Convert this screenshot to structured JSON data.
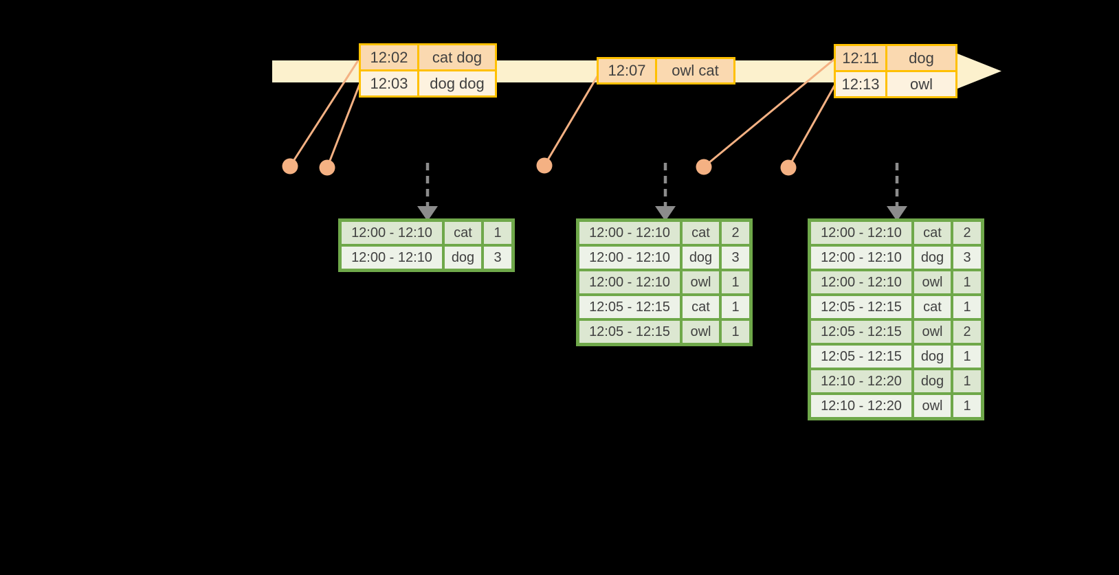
{
  "colors": {
    "background": "#000000",
    "timeline_band": "#FCF1CD",
    "event_border": "#FFC000",
    "event_row_dark": "#FAD9B0",
    "event_row_light": "#FDF2DF",
    "connector": "#F4B183",
    "result_border": "#6FA84A",
    "result_row_dark": "#DCE7D1",
    "result_row_light": "#EDF2E8",
    "trigger_arrow": "#8C8C8C",
    "text": "#404040"
  },
  "event_tables": [
    {
      "rows": [
        {
          "time": "12:02",
          "words": "cat dog"
        },
        {
          "time": "12:03",
          "words": "dog dog"
        }
      ]
    },
    {
      "rows": [
        {
          "time": "12:07",
          "words": "owl cat"
        }
      ]
    },
    {
      "rows": [
        {
          "time": "12:11",
          "words": "dog"
        },
        {
          "time": "12:13",
          "words": "owl"
        }
      ]
    }
  ],
  "result_tables": [
    {
      "rows": [
        {
          "window": "12:00 - 12:10",
          "word": "cat",
          "count": "1"
        },
        {
          "window": "12:00 - 12:10",
          "word": "dog",
          "count": "3"
        }
      ]
    },
    {
      "rows": [
        {
          "window": "12:00 - 12:10",
          "word": "cat",
          "count": "2"
        },
        {
          "window": "12:00 - 12:10",
          "word": "dog",
          "count": "3"
        },
        {
          "window": "12:00 - 12:10",
          "word": "owl",
          "count": "1"
        },
        {
          "window": "12:05 - 12:15",
          "word": "cat",
          "count": "1"
        },
        {
          "window": "12:05 - 12:15",
          "word": "owl",
          "count": "1"
        }
      ]
    },
    {
      "rows": [
        {
          "window": "12:00 - 12:10",
          "word": "cat",
          "count": "2"
        },
        {
          "window": "12:00 - 12:10",
          "word": "dog",
          "count": "3"
        },
        {
          "window": "12:00 - 12:10",
          "word": "owl",
          "count": "1"
        },
        {
          "window": "12:05 - 12:15",
          "word": "cat",
          "count": "1"
        },
        {
          "window": "12:05 - 12:15",
          "word": "owl",
          "count": "2"
        },
        {
          "window": "12:05 - 12:15",
          "word": "dog",
          "count": "1"
        },
        {
          "window": "12:10 - 12:20",
          "word": "dog",
          "count": "1"
        },
        {
          "window": "12:10 - 12:20",
          "word": "owl",
          "count": "1"
        }
      ]
    }
  ]
}
